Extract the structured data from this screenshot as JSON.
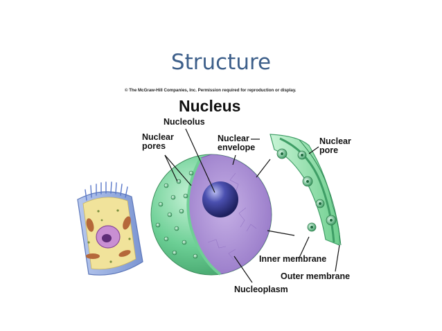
{
  "slide": {
    "title": "Structure"
  },
  "figure": {
    "copyright": "© The McGraw-Hill Companies, Inc. Permission required for reproduction or display.",
    "title": "Nucleus",
    "labels": {
      "nucleolus": "Nucleolus",
      "nuclear_pores": "Nuclear\npores",
      "nuclear_envelope": "Nuclear\nenvelope",
      "nuclear_pore": "Nuclear\npore",
      "inner_membrane": "Inner membrane",
      "outer_membrane": "Outer membrane",
      "nucleoplasm": "Nucleoplasm"
    }
  },
  "colors": {
    "title_text": "#3d5f8a",
    "nucleus_surface": "#6ccf95",
    "nucleoplasm": "#a98ad0",
    "nucleolus": "#3b3f9a",
    "envelope": "#9ee6b4",
    "cell_wall": "#8fa8dd",
    "cytoplasm": "#f1e39b"
  }
}
